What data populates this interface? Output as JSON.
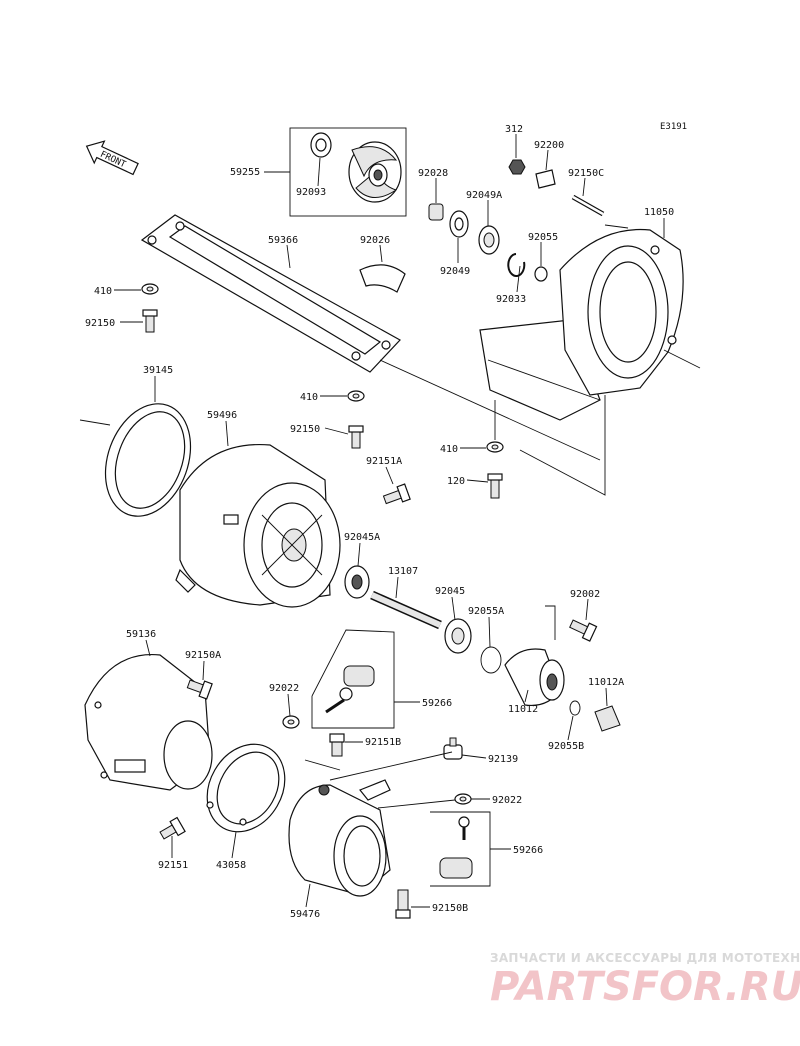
{
  "diagram_code": "E3191",
  "front_label": "FRONT",
  "parts": [
    {
      "id": "p312",
      "number": "312"
    },
    {
      "id": "p92200",
      "number": "92200"
    },
    {
      "id": "p92150C",
      "number": "92150C"
    },
    {
      "id": "p59255",
      "number": "59255"
    },
    {
      "id": "p92093",
      "number": "92093"
    },
    {
      "id": "p92028",
      "number": "92028"
    },
    {
      "id": "p92049A",
      "number": "92049A"
    },
    {
      "id": "p11050",
      "number": "11050"
    },
    {
      "id": "p59366",
      "number": "59366"
    },
    {
      "id": "p92026",
      "number": "92026"
    },
    {
      "id": "p92055",
      "number": "92055"
    },
    {
      "id": "p92049",
      "number": "92049"
    },
    {
      "id": "p410a",
      "number": "410"
    },
    {
      "id": "p92033",
      "number": "92033"
    },
    {
      "id": "p92150a",
      "number": "92150"
    },
    {
      "id": "p39145",
      "number": "39145"
    },
    {
      "id": "p410b",
      "number": "410"
    },
    {
      "id": "p59496",
      "number": "59496"
    },
    {
      "id": "p92150b",
      "number": "92150"
    },
    {
      "id": "p410c",
      "number": "410"
    },
    {
      "id": "p92151A",
      "number": "92151A"
    },
    {
      "id": "p120",
      "number": "120"
    },
    {
      "id": "p92045A",
      "number": "92045A"
    },
    {
      "id": "p13107",
      "number": "13107"
    },
    {
      "id": "p92045",
      "number": "92045"
    },
    {
      "id": "p92002",
      "number": "92002"
    },
    {
      "id": "p92055A",
      "number": "92055A"
    },
    {
      "id": "p59136",
      "number": "59136"
    },
    {
      "id": "p92150A",
      "number": "92150A"
    },
    {
      "id": "p11012A",
      "number": "11012A"
    },
    {
      "id": "p92022a",
      "number": "92022"
    },
    {
      "id": "p59266a",
      "number": "59266"
    },
    {
      "id": "p11012",
      "number": "11012"
    },
    {
      "id": "p92055B",
      "number": "92055B"
    },
    {
      "id": "p92151B",
      "number": "92151B"
    },
    {
      "id": "p92139",
      "number": "92139"
    },
    {
      "id": "p92022b",
      "number": "92022"
    },
    {
      "id": "p59266b",
      "number": "59266"
    },
    {
      "id": "p92151",
      "number": "92151"
    },
    {
      "id": "p43058",
      "number": "43058"
    },
    {
      "id": "p59476",
      "number": "59476"
    },
    {
      "id": "p92150B",
      "number": "92150B"
    }
  ],
  "watermark": {
    "tagline": "ЗАПЧАСТИ И АКСЕССУАРЫ ДЛЯ МОТОТЕХНИКИ",
    "brand": "PARTSFOR.RU"
  }
}
